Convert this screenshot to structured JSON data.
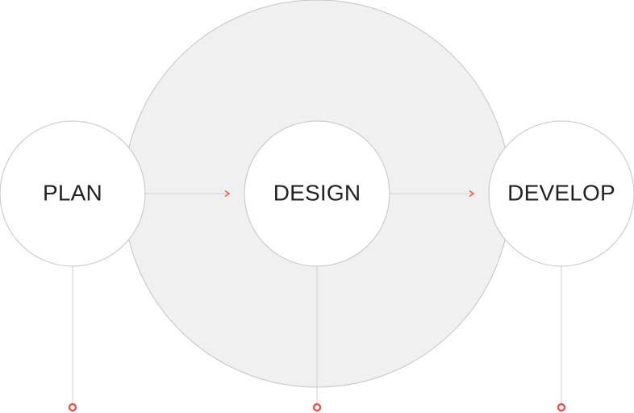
{
  "stages": [
    {
      "label": "PLAN"
    },
    {
      "label": "DESIGN"
    },
    {
      "label": "DEVELOP"
    }
  ],
  "colors": {
    "background_circle_fill": "#f0f0f0",
    "circle_stroke": "#c4c4c4",
    "stage_circle_fill": "#ffffff",
    "connector_line": "#cfcfcf",
    "accent": "#e8524a",
    "label_text": "#222222"
  },
  "icons": {
    "arrow": "arrowhead-icon",
    "marker": "ring-marker-icon"
  }
}
